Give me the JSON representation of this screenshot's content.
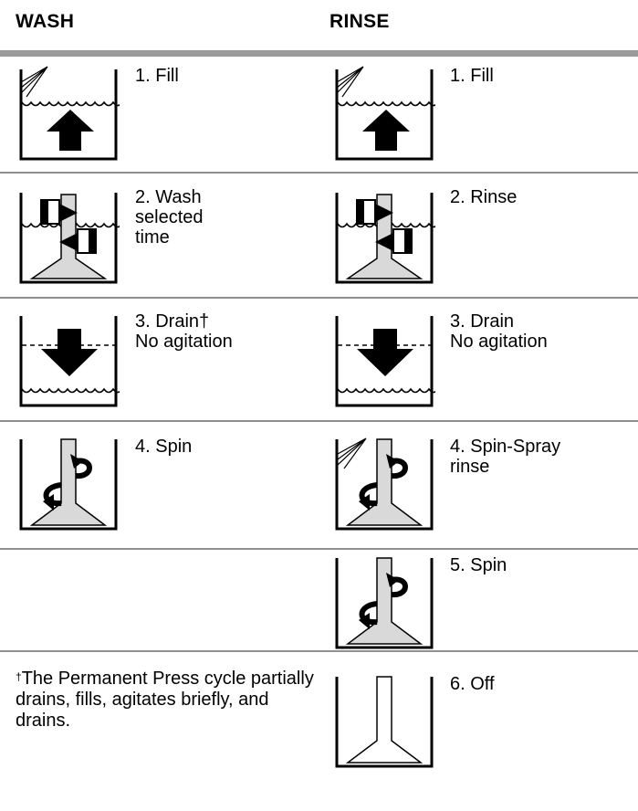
{
  "headers": {
    "wash": "WASH",
    "rinse": "RINSE"
  },
  "wash_steps": [
    {
      "icon": "fill-icon",
      "text": "1. Fill"
    },
    {
      "icon": "agitate-icon",
      "text": "2. Wash\n   selected\n   time"
    },
    {
      "icon": "drain-icon",
      "text": "3. Drain†\n   No agitation"
    },
    {
      "icon": "spin-icon",
      "text": "4. Spin"
    }
  ],
  "rinse_steps": [
    {
      "icon": "fill-icon",
      "text": "1. Fill"
    },
    {
      "icon": "agitate-icon",
      "text": "2. Rinse"
    },
    {
      "icon": "drain-icon",
      "text": "3. Drain\n   No agitation"
    },
    {
      "icon": "spin-spray-icon",
      "text": "4. Spin-Spray\n   rinse"
    },
    {
      "icon": "spin-icon",
      "text": "5. Spin"
    },
    {
      "icon": "off-icon",
      "text": "6. Off"
    }
  ],
  "footnote": {
    "mark": "†",
    "text": "The Permanent Press cycle partially drains, fills, agitates briefly, and drains."
  }
}
